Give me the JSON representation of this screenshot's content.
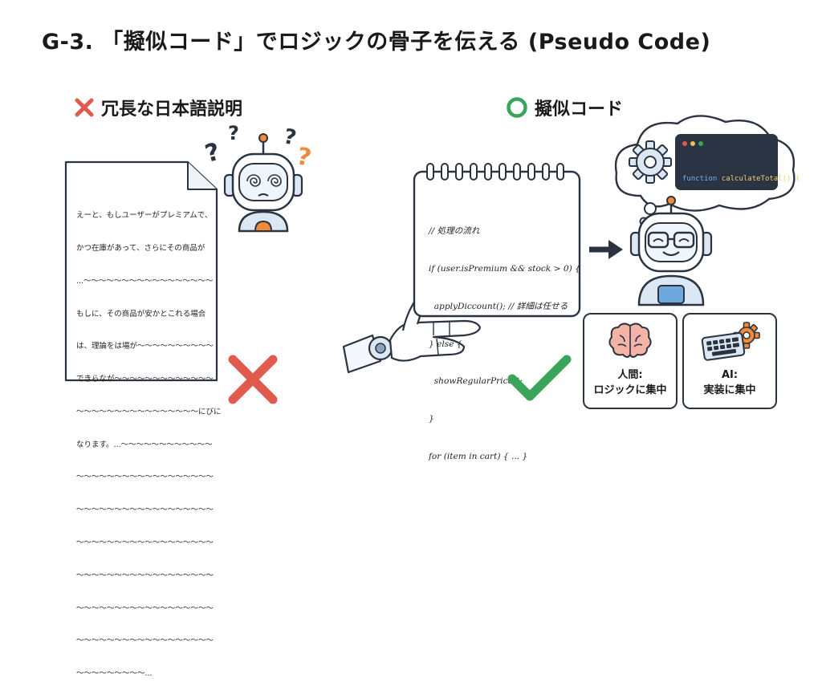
{
  "title": "G-3. 「擬似コード」でロジックの骨子を伝える (Pseudo Code)",
  "left": {
    "heading": "冗長な日本語説明",
    "document_lines": [
      "えーと、もしユーザーがプレミアムで、",
      "かつ在庫があって、さらにその商品が",
      "...〜〜〜〜〜〜〜〜〜〜〜〜〜〜〜〜〜",
      "もしに、その商品が安かとこれる場合",
      "は、理論をは場が〜〜〜〜〜〜〜〜〜〜",
      "できらなが〜〜〜〜〜〜〜〜〜〜〜〜〜",
      "〜〜〜〜〜〜〜〜〜〜〜〜〜〜〜〜にびに",
      "なります。...〜〜〜〜〜〜〜〜〜〜〜〜",
      "〜〜〜〜〜〜〜〜〜〜〜〜〜〜〜〜〜〜",
      "〜〜〜〜〜〜〜〜〜〜〜〜〜〜〜〜〜〜",
      "〜〜〜〜〜〜〜〜〜〜〜〜〜〜〜〜〜〜",
      "〜〜〜〜〜〜〜〜〜〜〜〜〜〜〜〜〜〜",
      "〜〜〜〜〜〜〜〜〜〜〜〜〜〜〜〜〜〜",
      "〜〜〜〜〜〜〜〜〜〜〜〜〜〜〜〜〜〜",
      "〜〜〜〜〜〜〜〜〜..."
    ]
  },
  "right": {
    "heading": "擬似コード",
    "notebook_lines": [
      "// 処理の流れ",
      "if (user.isPremium && stock > 0) {",
      "  applyDiccount(); // 詳細は任せる",
      "} else {",
      "  showRegularPrice();",
      "}",
      "for (item in cart) { ... }"
    ],
    "thought_code": {
      "keyword": "function",
      "name": "calculateTotal() {",
      "body": "  ...",
      "close": "}"
    },
    "cards": [
      {
        "label": "人間:\nロジックに集中"
      },
      {
        "label": "AI:\n実装に集中"
      }
    ]
  },
  "colors": {
    "bad": "#e05a4e",
    "good": "#3aa55a",
    "ink": "#2a3340",
    "robot_blue": "#dbe8f4",
    "accent_orange": "#f08a3c"
  }
}
